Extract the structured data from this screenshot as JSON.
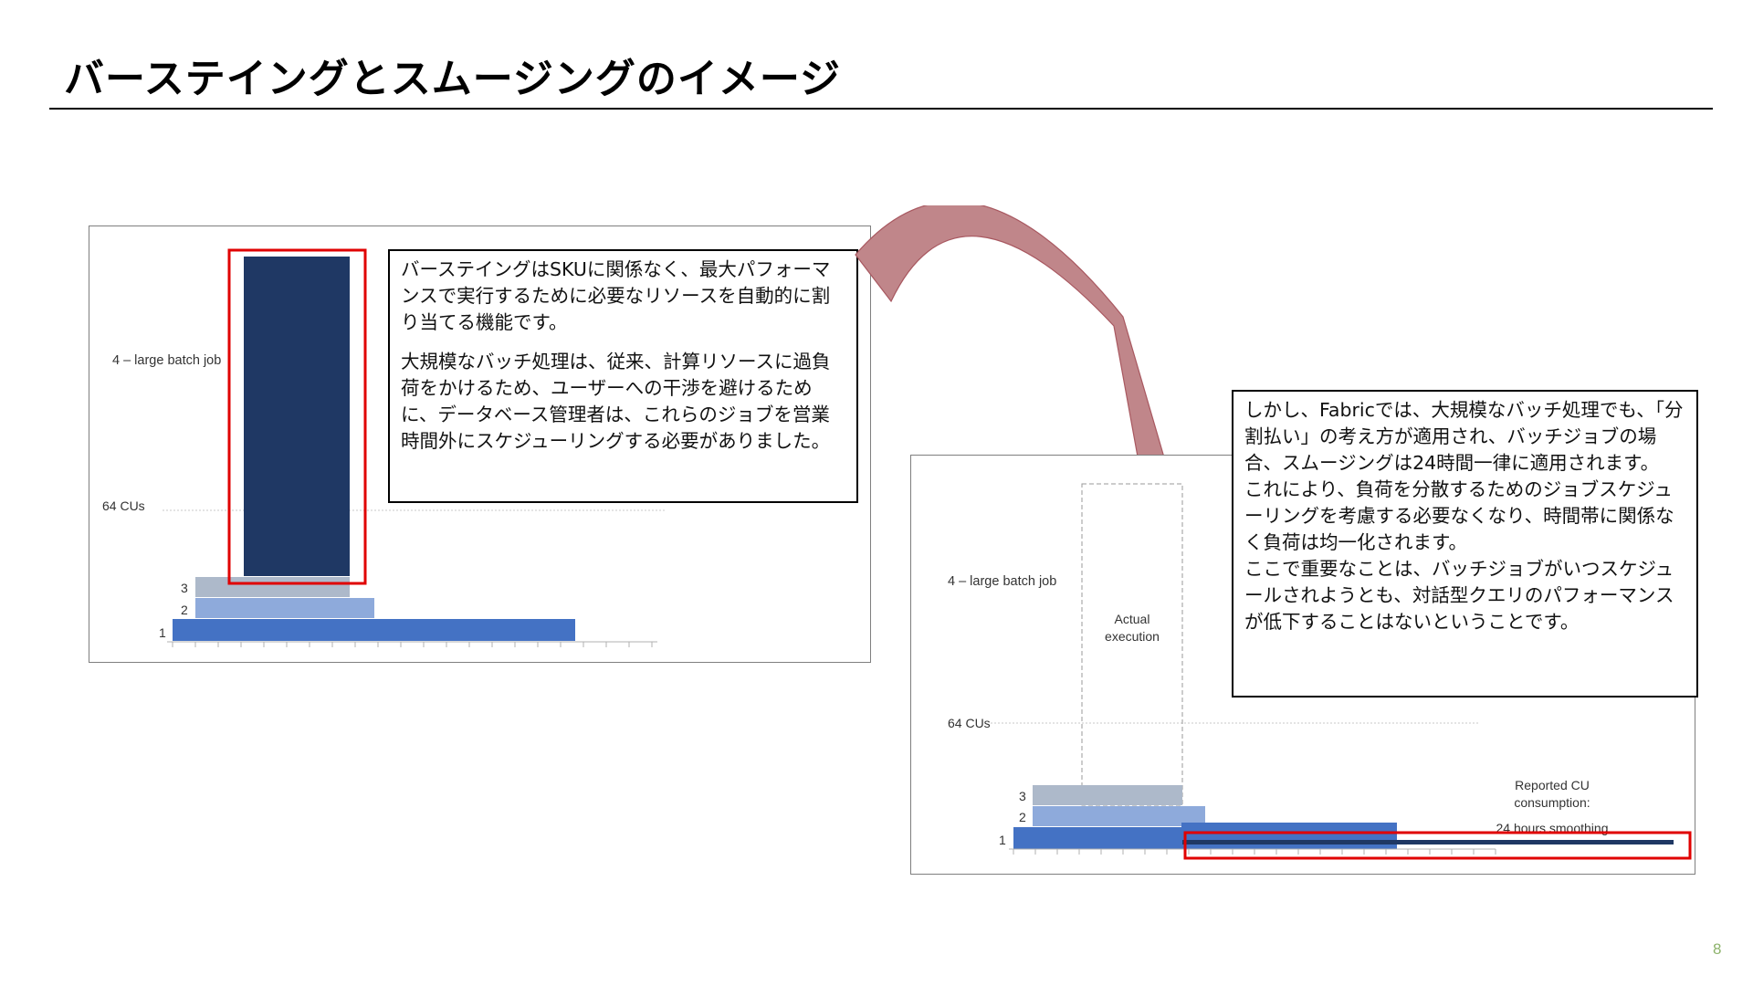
{
  "title": "バーステイングとスムージングのイメージ",
  "page_number": "8",
  "left_callout": {
    "paragraph1": "バーステイングはSKUに関係なく、最大パフォーマンスで実行するために必要なリソースを自動的に割り当てる機能です。",
    "paragraph2": "大規模なバッチ処理は、従来、計算リソースに過負荷をかけるため、ユーザーへの干渉を避けるために、データベース管理者は、これらのジョブを営業時間外にスケジューリングする必要がありました。"
  },
  "right_callout": {
    "paragraph1": "しかし、Fabricでは、大規模なバッチ処理でも、「分割払い」の考え方が適用され、バッチジョブの場合、スムージングは24時間一律に適用されます。",
    "paragraph2": "これにより、負荷を分散するためのジョブスケジューリングを考慮する必要なくなり、時間帯に関係なく負荷は均一化されます。",
    "paragraph3": "ここで重要なことは、バッチジョブがいつスケジュールされようとも、対話型クエリのパフォーマンスが低下することはないということです。"
  },
  "left_chart": {
    "job_label": "4 – large batch job",
    "capacity_label": "64 CUs",
    "row_labels": [
      "1",
      "2",
      "3"
    ]
  },
  "right_chart": {
    "job_label": "4 – large batch job",
    "capacity_label": "64 CUs",
    "row_labels": [
      "1",
      "2",
      "3"
    ],
    "actual_line1": "Actual",
    "actual_line2": "execution",
    "reported_line1": "Reported CU",
    "reported_line2": "consumption:",
    "reported_line3": "24 hours smoothing"
  },
  "colors": {
    "job_dark": "#1f3864",
    "bar_blue": "#4472c4",
    "bar_light_blue": "#8eaadb",
    "bar_gray": "#adb9ca",
    "highlight_red": "#e00000",
    "arrow_fill": "#c0868a",
    "page_number": "#8db36b"
  }
}
